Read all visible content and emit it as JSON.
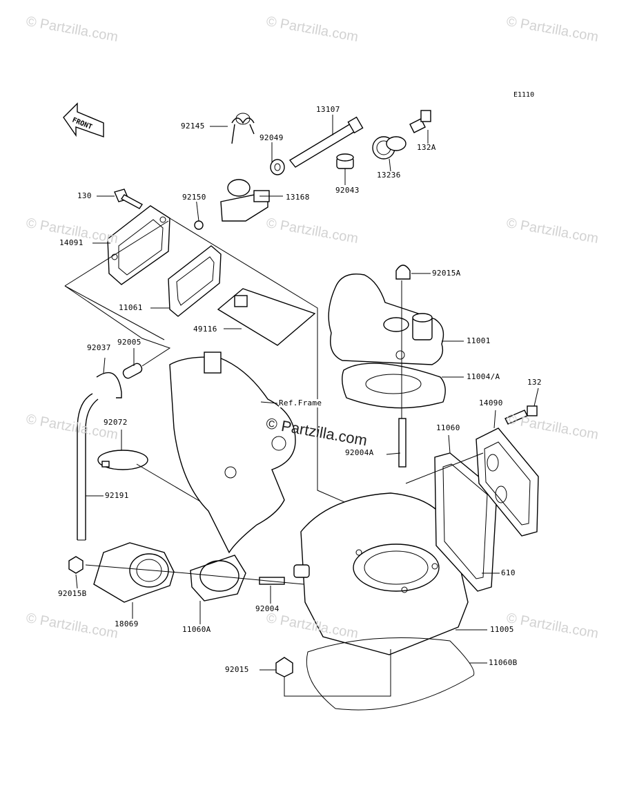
{
  "diagram": {
    "code": "E1110",
    "front_label": "FRONT",
    "center_watermark": "© Partzilla.com",
    "watermark": "© Partzilla.com",
    "ref_frame_label": "Ref.Frame"
  },
  "parts": [
    {
      "id": "92145"
    },
    {
      "id": "13107"
    },
    {
      "id": "92049"
    },
    {
      "id": "130"
    },
    {
      "id": "92150"
    },
    {
      "id": "13168"
    },
    {
      "id": "92043"
    },
    {
      "id": "13236"
    },
    {
      "id": "132A"
    },
    {
      "id": "14091"
    },
    {
      "id": "11061"
    },
    {
      "id": "49116"
    },
    {
      "id": "92015A"
    },
    {
      "id": "11001"
    },
    {
      "id": "11004/A"
    },
    {
      "id": "92037"
    },
    {
      "id": "92005"
    },
    {
      "id": "132"
    },
    {
      "id": "14090"
    },
    {
      "id": "11060"
    },
    {
      "id": "92072"
    },
    {
      "id": "92004A"
    },
    {
      "id": "92191"
    },
    {
      "id": "610"
    },
    {
      "id": "92015B"
    },
    {
      "id": "92004"
    },
    {
      "id": "18069"
    },
    {
      "id": "11060A"
    },
    {
      "id": "11005"
    },
    {
      "id": "92015"
    },
    {
      "id": "11060B"
    }
  ]
}
